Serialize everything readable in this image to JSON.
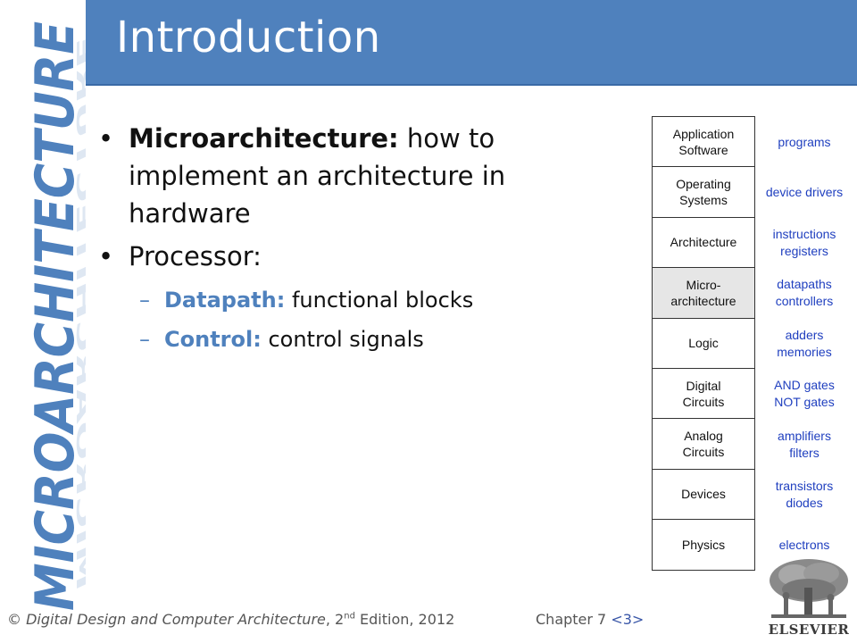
{
  "sidebar": {
    "title": "MICROARCHITECTURE",
    "color": "#4f81bd"
  },
  "header": {
    "title": "Introduction",
    "bg": "#4f81bd"
  },
  "bullets": [
    {
      "term": "Microarchitecture:",
      "text": "how to implement an architecture in hardware"
    },
    {
      "term": "",
      "text": "Processor:"
    }
  ],
  "subbullets": [
    {
      "term": "Datapath:",
      "text": "functional blocks"
    },
    {
      "term": "Control:",
      "text": "control signals"
    }
  ],
  "stack": {
    "layers": [
      {
        "label": "Application\nSoftware",
        "desc": "programs"
      },
      {
        "label": "Operating\nSystems",
        "desc": "device drivers"
      },
      {
        "label": "Architecture",
        "desc": "instructions\nregisters"
      },
      {
        "label": "Micro-\narchitecture",
        "desc": "datapaths\ncontrollers",
        "highlight": true
      },
      {
        "label": "Logic",
        "desc": "adders\nmemories"
      },
      {
        "label": "Digital\nCircuits",
        "desc": "AND gates\nNOT gates"
      },
      {
        "label": "Analog\nCircuits",
        "desc": "amplifiers\nfilters"
      },
      {
        "label": "Devices",
        "desc": "transistors\ndiodes"
      },
      {
        "label": "Physics",
        "desc": "electrons"
      }
    ],
    "desc_color": "#1f3fbf"
  },
  "footer": {
    "prefix": "© ",
    "book": "Digital Design and Computer Architecture",
    "edition_pre": ", 2",
    "edition_sup": "nd",
    "edition_post": " Edition, 2012",
    "chapter": "Chapter 7 ",
    "page": "<3>"
  },
  "logo": {
    "text": "ELSEVIER"
  }
}
